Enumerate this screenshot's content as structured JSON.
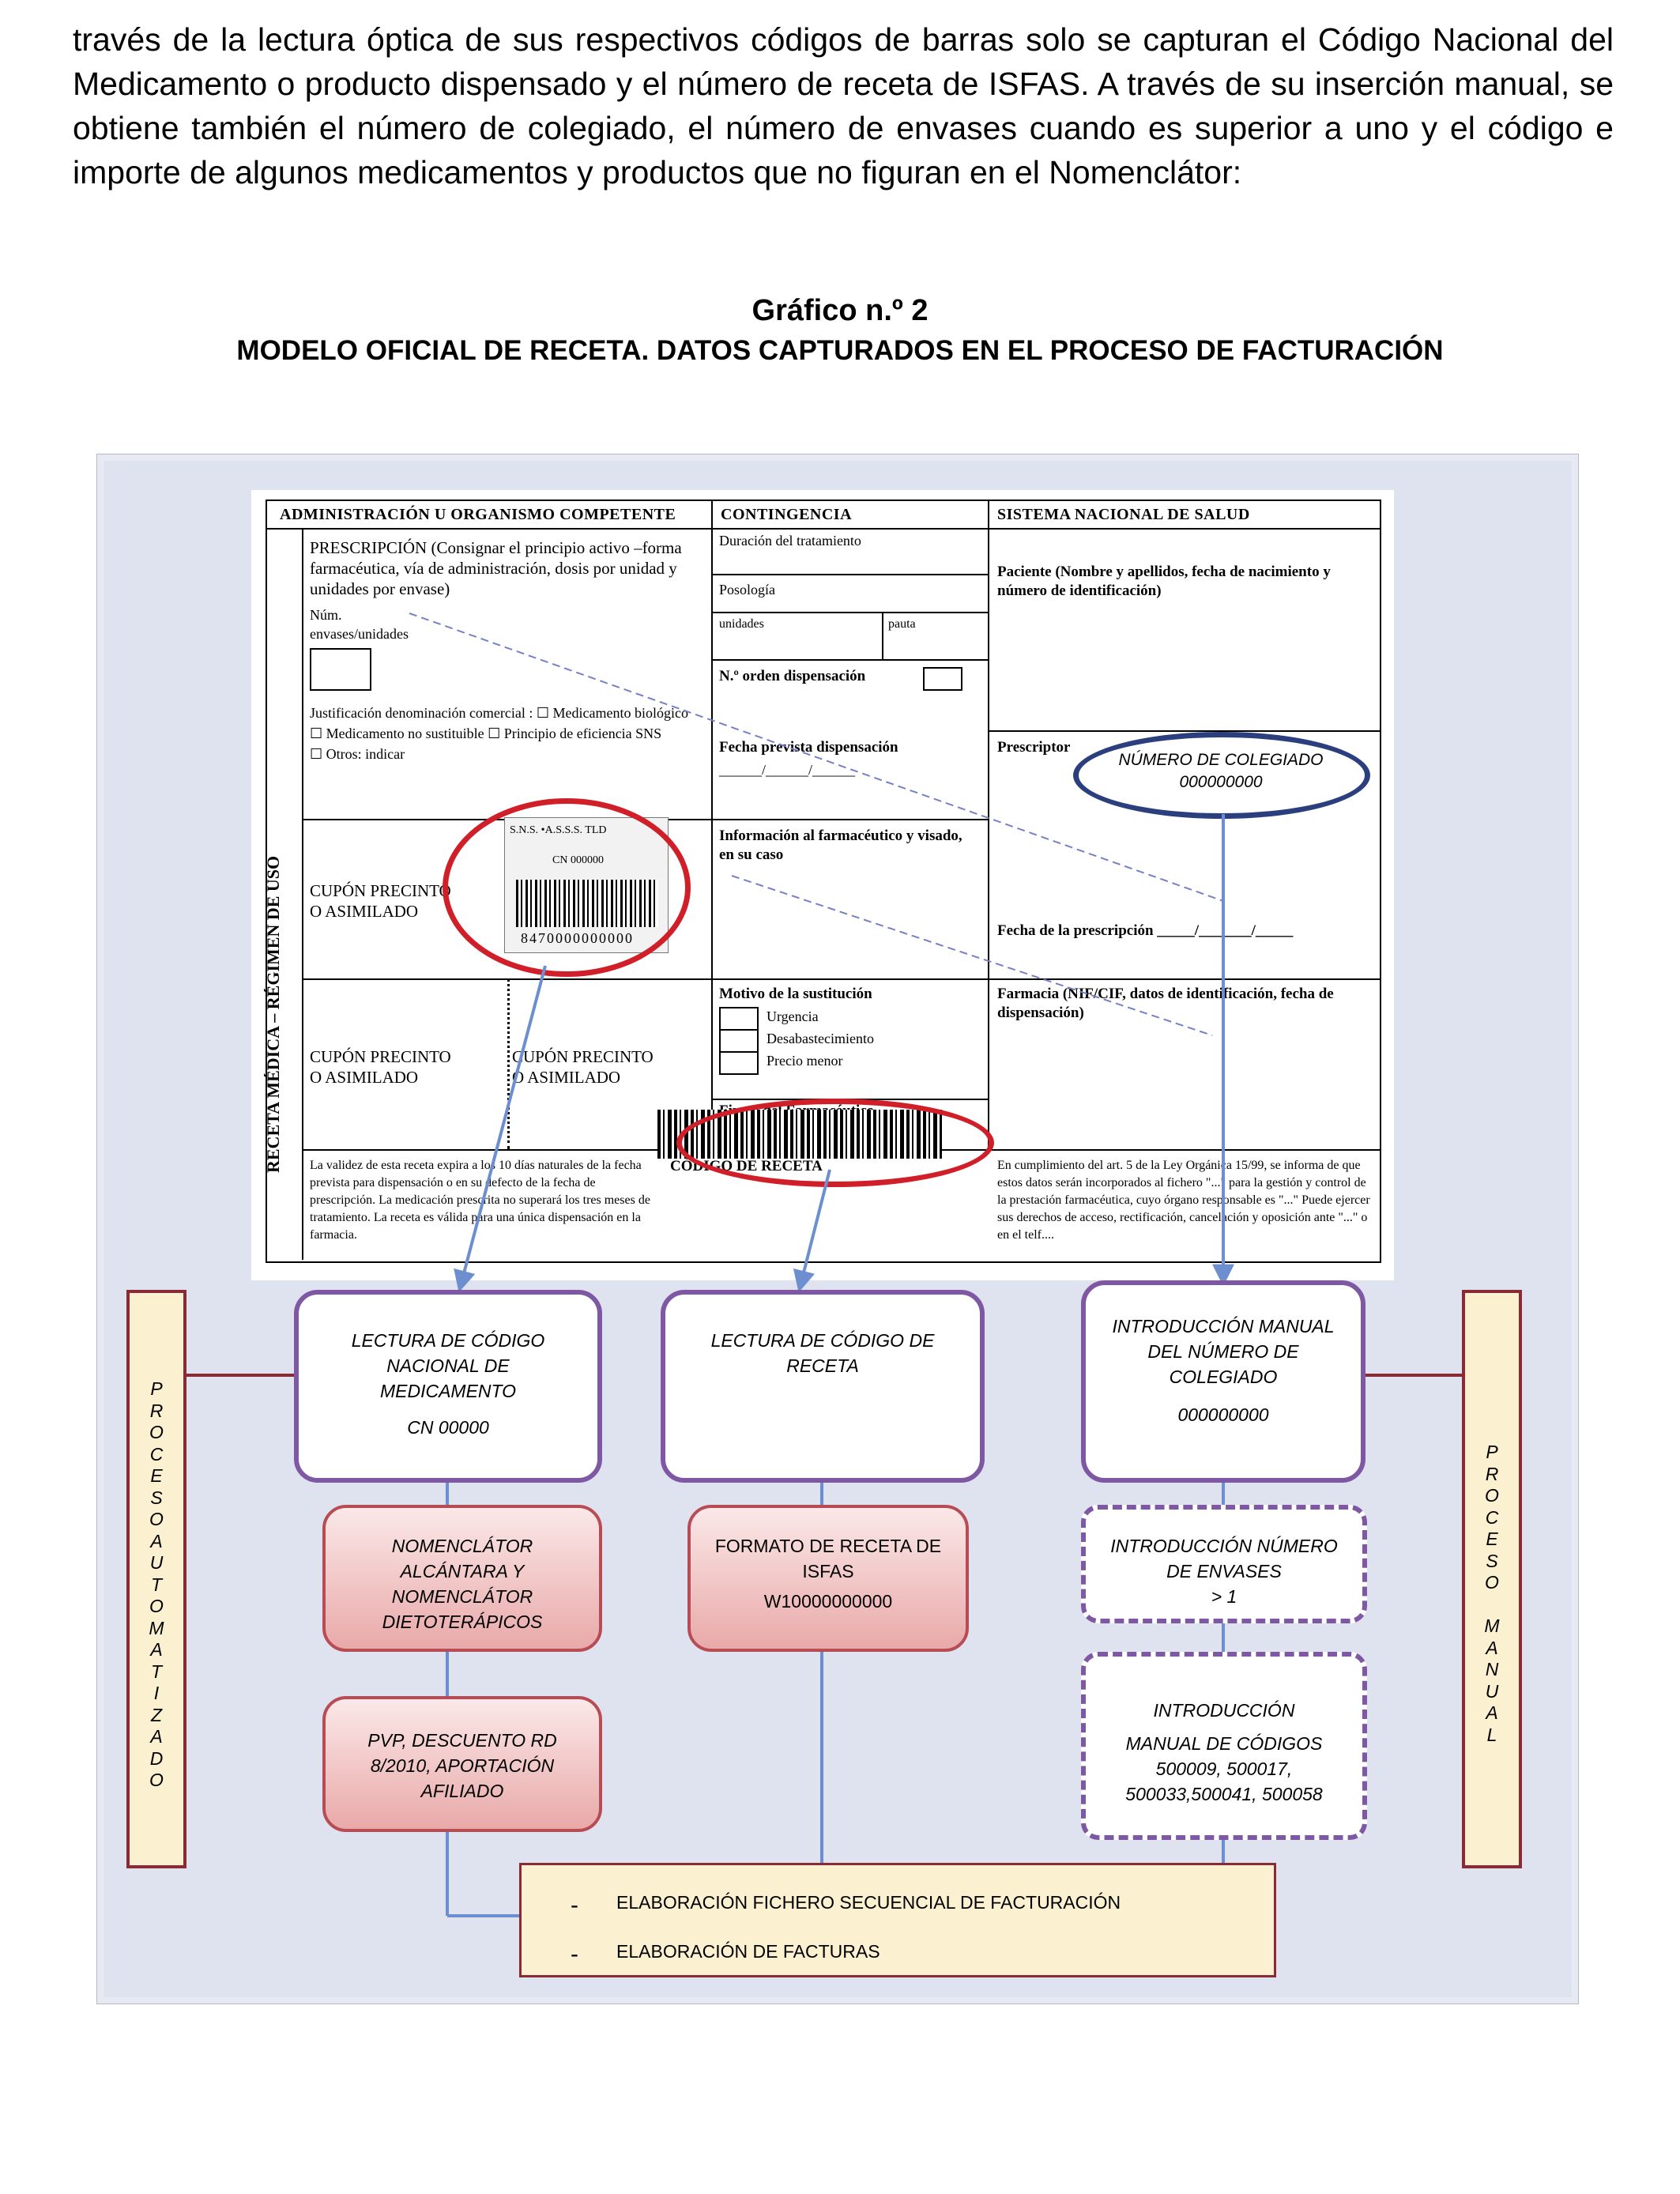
{
  "intro_paragraph": "través de la lectura óptica de sus respectivos códigos de barras solo se capturan el Código Nacional del Medicamento o producto dispensado y el número de receta de ISFAS. A través de su inserción manual, se obtiene también el número de colegiado, el número de envases cuando es superior a uno y el código e importe de algunos medicamentos y productos que no figuran en el Nomenclátor:",
  "figure": {
    "number": "Gráfico n.º 2",
    "title": "MODELO OFICIAL DE RECETA. DATOS CAPTURADOS EN EL PROCESO DE FACTURACIÓN"
  },
  "prescription_form": {
    "header_admin": "ADMINISTRACIÓN U ORGANISMO COMPETENTE",
    "header_contingencia": "CONTINGENCIA",
    "header_sns": "SISTEMA NACIONAL DE SALUD",
    "sidebar": "RECETA MÉDICA – RÉGIMEN DE USO",
    "prescripcion": "PRESCRIPCIÓN (Consignar el principio activo –forma farmacéutica, vía de administración, dosis por unidad y unidades por envase)",
    "num_envases": "Núm. envases/unidades",
    "justificacion": "Justificación denominación comercial : ☐ Medicamento biológico",
    "no_sustituible": "☐ Medicamento no sustituible  ☐ Principio de eficiencia SNS",
    "otros": "☐ Otros: indicar",
    "duracion": "Duración del tratamiento",
    "posologia": "Posología",
    "unidades": "unidades",
    "pauta": "pauta",
    "orden_dispensacion": "N.º orden dispensación",
    "fecha_prevista": "Fecha prevista dispensación",
    "fecha_blanks": "______/______/______",
    "informacion": "Información al farmacéutico y visado, en su caso",
    "paciente": "Paciente (Nombre y apellidos, fecha de nacimiento y número de identificación)",
    "prescriptor": "Prescriptor",
    "fecha_prescripcion": "Fecha de la prescripción _____/_______/_____",
    "cupon_1": "CUPÓN PRECINTO O ASIMILADO",
    "cupon_2": "CUPÓN PRECINTO O ASIMILADO",
    "cupon_3": "CUPÓN PRECINTO O ASIMILADO",
    "barcode_label_top": "S.N.S.  •A.S.S.S.  TLD",
    "barcode_label_cn": "CN 000000",
    "barcode_label_digits": "8470000000000",
    "motivo": "Motivo de la sustitución",
    "urgencia": "Urgencia",
    "desabastecimiento": "Desabastecimiento",
    "precio_menor": "Precio menor",
    "farmacia": "Farmacia (NIF/CIF, datos de identificación, fecha de dispensación)",
    "firma": "Firma del Farmacéutico",
    "validez": "La validez de esta receta expira a los 10 días naturales de la fecha prevista para dispensación o en su defecto de la fecha de prescripción. La medicación prescrita no superará los tres meses de tratamiento. La receta es válida para una única dispensación en la farmacia.",
    "codigo_receta": "CÓDIGO DE RECETA",
    "cumplimiento": "En cumplimiento del art. 5 de la Ley Orgánica 15/99, se informa de que estos datos serán incorporados al fichero \"...\" para la gestión y control de la prestación farmacéutica, cuyo órgano responsable es \"...\" Puede ejercer sus derechos de acceso, rectificación, cancelación y oposición ante \"...\" o en el telf....",
    "colegiado_label": "NÚMERO DE COLEGIADO",
    "colegiado_value": "000000000"
  },
  "flow": {
    "left_side_label": [
      "P",
      "R",
      "O",
      "C",
      "E",
      "S",
      "O",
      "A",
      "U",
      "T",
      "O",
      "M",
      "A",
      "T",
      "I",
      "Z",
      "A",
      "D",
      "O"
    ],
    "right_side_label": [
      "P",
      "R",
      "O",
      "C",
      "E",
      "S",
      "O",
      "",
      "M",
      "A",
      "N",
      "U",
      "A",
      "L"
    ],
    "box_cn": {
      "title": "LECTURA DE CÓDIGO NACIONAL DE MEDICAMENTO",
      "value": "CN 00000"
    },
    "box_receta": {
      "title": "LECTURA DE CÓDIGO DE RECETA"
    },
    "box_colegiado": {
      "title": "INTRODUCCIÓN MANUAL DEL NÚMERO DE COLEGIADO",
      "value": "000000000"
    },
    "box_nomenclator": "NOMENCLÁTOR ALCÁNTARA Y NOMENCLÁTOR DIETOTERÁPICOS",
    "box_formato": {
      "title": "FORMATO DE RECETA DE ISFAS",
      "value": "W10000000000"
    },
    "box_envases": {
      "title": "INTRODUCCIÓN NÚMERO DE ENVASES",
      "value": "> 1"
    },
    "box_pvp": "PVP, DESCUENTO RD 8/2010, APORTACIÓN AFILIADO",
    "box_codigos": {
      "title": "INTRODUCCIÓN",
      "value": "MANUAL DE CÓDIGOS 500009, 500017, 500033,500041, 500058"
    },
    "final_items": [
      "ELABORACIÓN FICHERO SECUENCIAL DE FACTURACIÓN",
      "ELABORACIÓN DE FACTURAS"
    ],
    "colors": {
      "connector": "#6d8fcf",
      "box_border": "#7f58a3",
      "red_box": "#e9a9a9",
      "side_fill": "#fbf0cf",
      "side_border": "#8a2a35",
      "red_circle": "#d11f2a",
      "blue_oval": "#2b3f7e"
    }
  }
}
